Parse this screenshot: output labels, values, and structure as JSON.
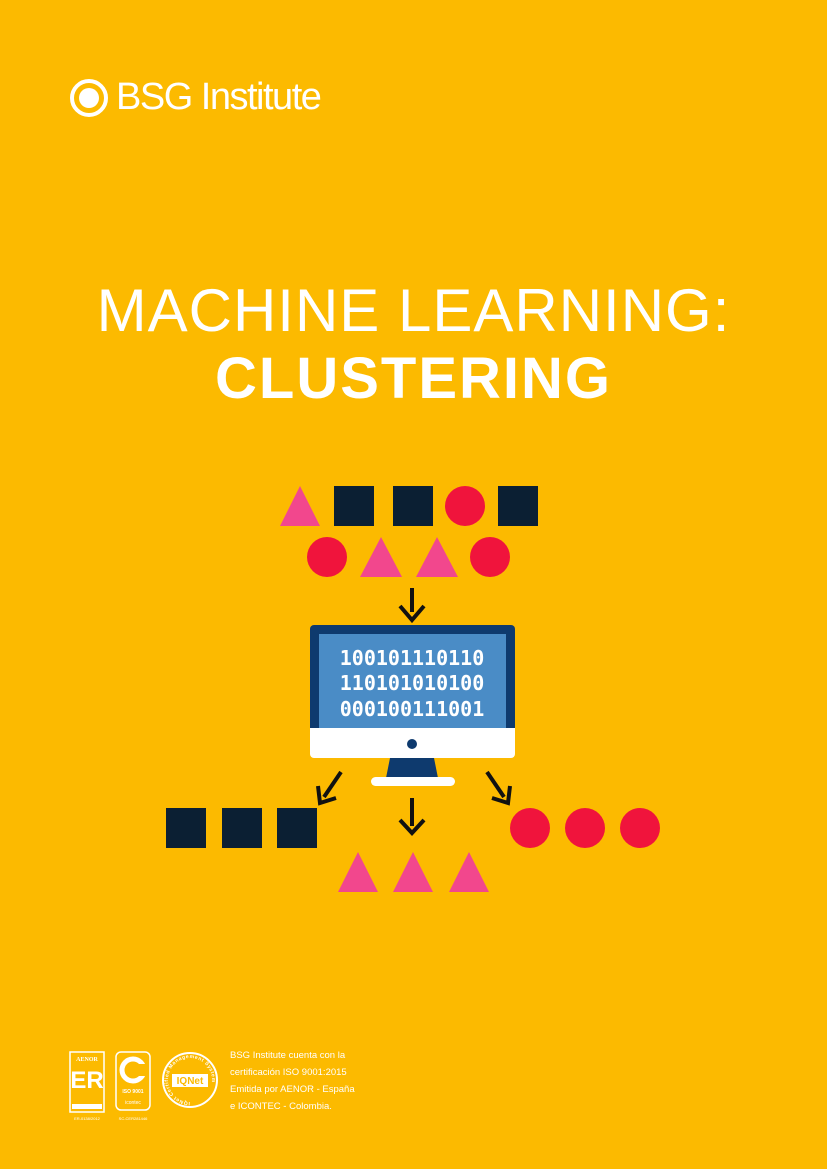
{
  "logo": {
    "text": "BSG Institute"
  },
  "title": {
    "line1": "MACHINE LEARNING:",
    "line2": "CLUSTERING"
  },
  "illustration": {
    "binary_lines": [
      "100101110110",
      "110101010100",
      "000100111001"
    ]
  },
  "certification": {
    "lines": [
      "BSG Institute cuenta con la",
      "certificación ISO 9001:2015",
      "Emitida por AENOR - España",
      "e ICONTEC - Colombia."
    ],
    "badges": [
      {
        "name": "AENOR ER",
        "text": "AENOR"
      },
      {
        "name": "ISO 9001 Icontec",
        "text": "ISO 9001"
      },
      {
        "name": "IQNet Certified Management System",
        "text": "IQNet"
      }
    ]
  },
  "colors": {
    "background": "#FCBA00",
    "pink": "#F2478D",
    "red": "#F0143C",
    "navy": "#0B1F33",
    "screen": "#4A8CC6",
    "bezel": "#0E3A6E"
  }
}
